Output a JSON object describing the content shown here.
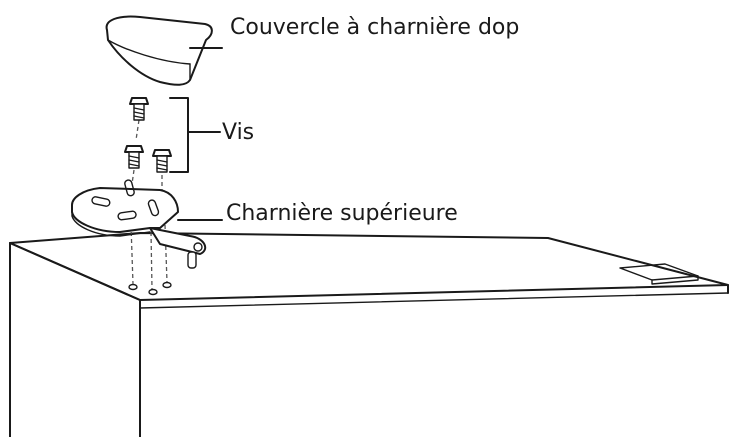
{
  "labels": {
    "lid": "Couvercle à charnière dop",
    "screws": "Vis",
    "hinge": "Charnière supérieure"
  }
}
